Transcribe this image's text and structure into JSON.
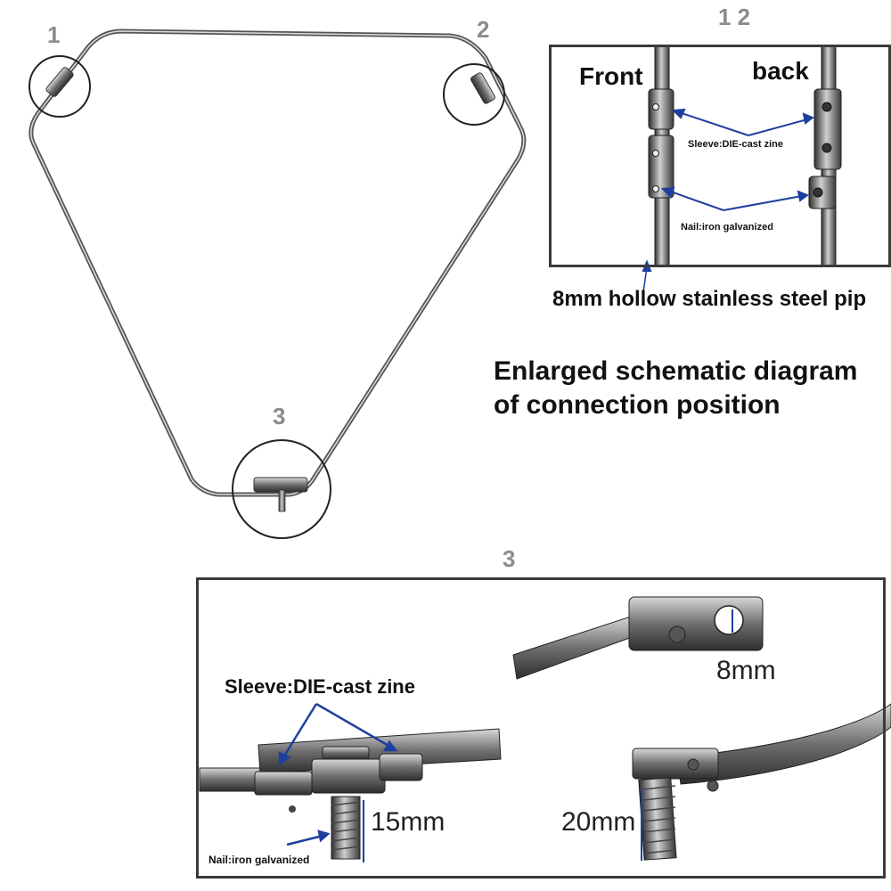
{
  "markers": {
    "m1": "1",
    "m2": "2",
    "m3": "3",
    "panel_top_heading": "1 2",
    "panel_bottom_heading": "3"
  },
  "top_panel": {
    "front_label": "Front",
    "back_label": "back",
    "sleeve_label": "Sleeve:DIE-cast zine",
    "nail_label": "Nail:iron galvanized",
    "pipe_label": "8mm hollow stainless steel pip"
  },
  "caption": {
    "line1": "Enlarged schematic diagram",
    "line2": "of connection position"
  },
  "bottom_panel": {
    "sleeve_label": "Sleeve:DIE-cast zine",
    "nail_label": "Nail:iron galvanized",
    "dim_15": "15mm",
    "dim_8": "8mm",
    "dim_20": "20mm"
  },
  "colors": {
    "arrow": "#1f3f9f",
    "frame_border": "#3a3a3a",
    "marker_text": "#8c8c8c",
    "metal": "#7a7a7a"
  }
}
